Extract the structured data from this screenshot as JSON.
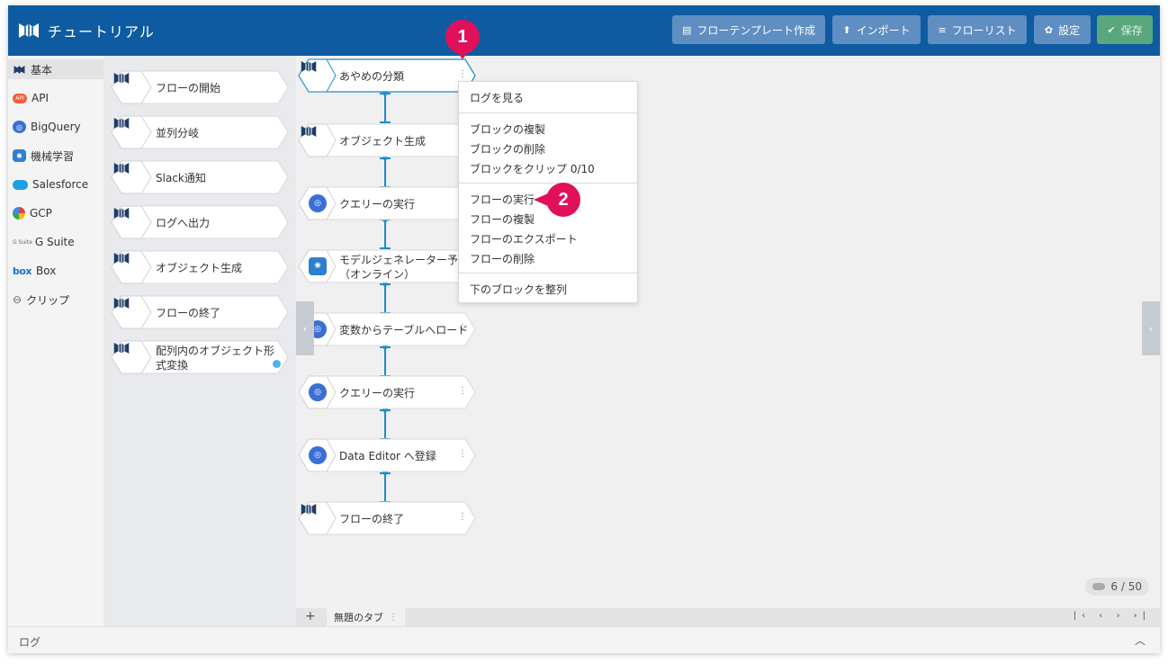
{
  "header": {
    "title": "チュートリアル",
    "buttons": [
      {
        "label": "フローテンプレート作成",
        "icon": "document-icon"
      },
      {
        "label": "インポート",
        "icon": "upload-icon"
      },
      {
        "label": "フローリスト",
        "icon": "list-icon"
      },
      {
        "label": "設定",
        "icon": "gear-icon"
      },
      {
        "label": "保存",
        "icon": "check-circle-icon"
      }
    ]
  },
  "categories": [
    {
      "label": "基本",
      "icon": "magellan-icon"
    },
    {
      "label": "API",
      "icon": "cloud-api-icon"
    },
    {
      "label": "BigQuery",
      "icon": "bigquery-icon"
    },
    {
      "label": "機械学習",
      "icon": "brain-icon"
    },
    {
      "label": "Salesforce",
      "icon": "salesforce-icon"
    },
    {
      "label": "GCP",
      "icon": "gcp-icon"
    },
    {
      "label": "G Suite",
      "icon": "gsuite-icon",
      "prefix": "G Suite"
    },
    {
      "label": "Box",
      "icon": "box-icon",
      "prefix": "box"
    },
    {
      "label": "クリップ",
      "icon": "clip-icon"
    }
  ],
  "palette": [
    {
      "label": "フローの開始"
    },
    {
      "label": "並列分岐"
    },
    {
      "label": "Slack通知"
    },
    {
      "label": "ログへ出力"
    },
    {
      "label": "オブジェクト生成"
    },
    {
      "label": "フローの終了"
    },
    {
      "label": "配列内のオブジェクト形式変換"
    }
  ],
  "flow": [
    {
      "label": "あやめの分類",
      "icon": "magellan-icon"
    },
    {
      "label": "オブジェクト生成",
      "icon": "magellan-icon"
    },
    {
      "label": "クエリーの実行",
      "icon": "bigquery-icon"
    },
    {
      "label": "モデルジェネレーター予測（オンライン）",
      "icon": "brain-icon"
    },
    {
      "label": "変数からテーブルへロード",
      "icon": "bigquery-icon"
    },
    {
      "label": "クエリーの実行",
      "icon": "bigquery-icon"
    },
    {
      "label": "Data Editor へ登録",
      "icon": "bigquery-icon"
    },
    {
      "label": "フローの終了",
      "icon": "magellan-icon"
    }
  ],
  "context_menu": {
    "items": [
      "ログを見る",
      "ブロックの複製",
      "ブロックの削除",
      "ブロックをクリップ 0/10",
      "フローの実行",
      "フローの複製",
      "フローのエクスポート",
      "フローの削除",
      "下のブロックを整列"
    ]
  },
  "annotations": [
    "1",
    "2"
  ],
  "block_count": "6 / 50",
  "tabs": [
    {
      "label": "無題のタブ"
    }
  ],
  "tab_add": "+",
  "pager": "|‹ ‹ › ›|",
  "log": {
    "label": "ログ"
  },
  "colors": {
    "header": "#0e5ba1",
    "button": "#5f8ec2",
    "save": "#5aa77e",
    "connector": "#1b8ccd",
    "badge": "#e0105a"
  }
}
